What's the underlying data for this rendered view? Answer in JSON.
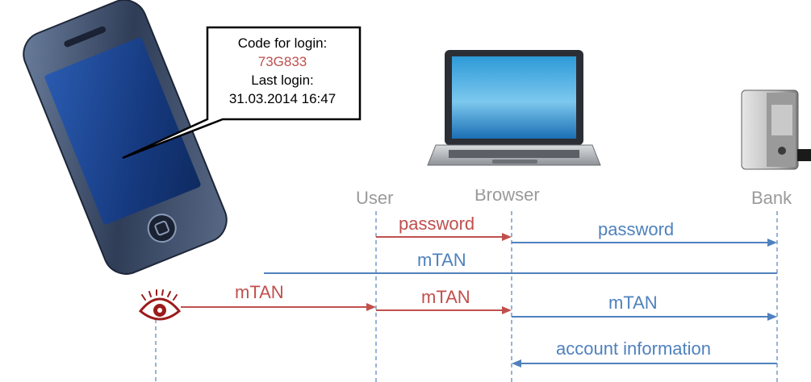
{
  "actors": {
    "user": "User",
    "browser": "Browser",
    "bank": "Bank"
  },
  "sms_bubble": {
    "line1": "Code for login:",
    "code": "73G833",
    "line3": "Last login:",
    "line4": "31.03.2014 16:47"
  },
  "messages": {
    "user_to_browser_password": "password",
    "browser_to_bank_password": "password",
    "bank_to_phone_mtan": "mTAN",
    "attacker_mtan": "mTAN",
    "user_to_browser_mtan": "mTAN",
    "browser_to_bank_mtan": "mTAN",
    "bank_to_browser_account": "account information"
  },
  "colors": {
    "red": "#c0504d",
    "blue": "#4f81bd",
    "actor_gray": "#9a9a9a"
  },
  "icons": {
    "phone": "smartphone-icon",
    "laptop": "laptop-icon",
    "server": "server-icon",
    "attacker": "eye-icon"
  }
}
